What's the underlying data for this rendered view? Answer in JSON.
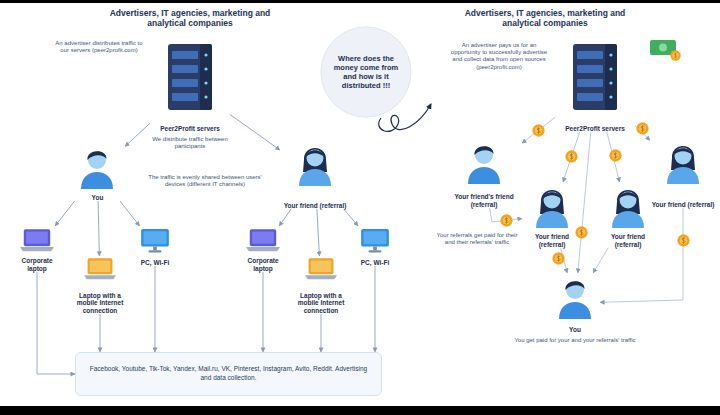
{
  "diagram": {
    "nodes": [
      {
        "text": [
          "Peer2Profit servers"
        ]
      },
      {
        "text": [
          "You"
        ]
      },
      {
        "text": [
          "Your friend (referral)"
        ]
      },
      {
        "text": [
          "Corporate laptop"
        ]
      },
      {
        "text": [
          "Laptop with a mobile Internet connection"
        ]
      },
      {
        "text": [
          "PC, Wi-Fi"
        ]
      },
      {
        "text": [
          "Corporate laptop"
        ]
      },
      {
        "text": [
          "Laptop with a mobile Internet connection"
        ]
      },
      {
        "text": [
          "PC, Wi-Fi"
        ]
      },
      {
        "text": [
          "Facebook, Youtube, Tik-Tok, Yandex, Mail.ru, VK, Pinterest, Instagram, Avito, Reddit. Advertising and data collection."
        ]
      },
      {
        "text": [
          "Where does the money come from and how is it distributed !!!"
        ]
      },
      {
        "text": [
          "Peer2Profit servers"
        ]
      },
      {
        "text": [
          "Your friend's friend (referral)"
        ]
      },
      {
        "text": [
          "Your friend (referral)"
        ]
      },
      {
        "text": [
          "Your friend (referral)"
        ]
      },
      {
        "text": [
          "Your friend (referral)"
        ]
      },
      {
        "text": [
          "You"
        ]
      }
    ],
    "edges": [
      {
        "from": 0,
        "to": 1,
        "arrow": "to"
      },
      {
        "from": 0,
        "to": 2,
        "arrow": "to"
      },
      {
        "from": 1,
        "to": 3,
        "arrow": "to"
      },
      {
        "from": 1,
        "to": 4,
        "arrow": "to"
      },
      {
        "from": 1,
        "to": 5,
        "arrow": "to"
      },
      {
        "from": 2,
        "to": 6,
        "arrow": "to"
      },
      {
        "from": 2,
        "to": 7,
        "arrow": "to"
      },
      {
        "from": 2,
        "to": 8,
        "arrow": "to"
      },
      {
        "from": 3,
        "to": 9,
        "arrow": "to"
      },
      {
        "from": 4,
        "to": 9,
        "arrow": "to"
      },
      {
        "from": 5,
        "to": 9,
        "arrow": "to"
      },
      {
        "from": 6,
        "to": 9,
        "arrow": "to"
      },
      {
        "from": 7,
        "to": 9,
        "arrow": "to"
      },
      {
        "from": 8,
        "to": 9,
        "arrow": "to"
      },
      {
        "from": 11,
        "to": 12,
        "arrow": "to"
      },
      {
        "from": 11,
        "to": 13,
        "arrow": "to"
      },
      {
        "from": 11,
        "to": 14,
        "arrow": "to"
      },
      {
        "from": 11,
        "to": 15,
        "arrow": "to"
      },
      {
        "from": 11,
        "to": 16,
        "arrow": "to"
      },
      {
        "from": 12,
        "to": 14,
        "arrow": "to"
      },
      {
        "from": 14,
        "to": 16,
        "arrow": "to"
      },
      {
        "from": 15,
        "to": 16,
        "arrow": "to"
      },
      {
        "from": 13,
        "to": 16,
        "arrow": "to"
      }
    ],
    "labels": [
      "Advertisers, IT agencies, marketing and analytical companies",
      "Advertisers, IT agencies, marketing and analytical companies",
      "An advertiser distributes traffic to our servers (peer2profit.com)",
      "We distribute traffic between participants",
      "The traffic is evenly shared between users' devices (different IT channels)",
      "An advertiser pays us for an opportunity to successfully advertise and collect data from open sources (peer2profit.com)",
      "Your referrals get paid for their and their referrals' traffic",
      "You get paid for your and your referrals' traffic"
    ]
  }
}
